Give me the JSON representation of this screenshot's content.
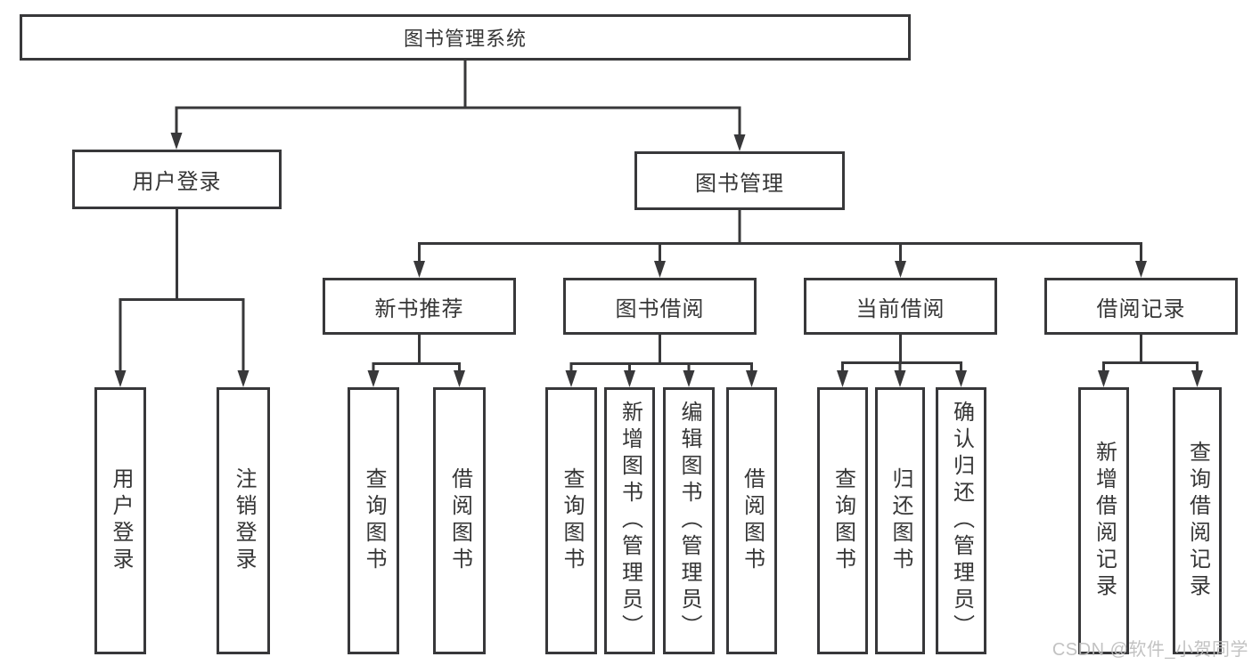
{
  "colors": {
    "line": "#38383a",
    "text": "#363636",
    "watermark": "#bdbdbd"
  },
  "watermark": {
    "text": "CSDN @软件_小贺同学"
  },
  "tree": {
    "label": "图书管理系统",
    "children": [
      {
        "label": "用户登录",
        "children": [
          {
            "label": "用户登录"
          },
          {
            "label": "注销登录"
          }
        ]
      },
      {
        "label": "图书管理",
        "children": [
          {
            "label": "新书推荐",
            "children": [
              {
                "label": "查询图书"
              },
              {
                "label": "借阅图书"
              }
            ]
          },
          {
            "label": "图书借阅",
            "children": [
              {
                "label": "查询图书"
              },
              {
                "label": "新增图书（管理员）"
              },
              {
                "label": "编辑图书（管理员）"
              },
              {
                "label": "借阅图书"
              }
            ]
          },
          {
            "label": "当前借阅",
            "children": [
              {
                "label": "查询图书"
              },
              {
                "label": "归还图书"
              },
              {
                "label": "确认归还（管理员）"
              }
            ]
          },
          {
            "label": "借阅记录",
            "children": [
              {
                "label": "新增借阅记录"
              },
              {
                "label": "查询借阅记录"
              }
            ]
          }
        ]
      }
    ]
  }
}
